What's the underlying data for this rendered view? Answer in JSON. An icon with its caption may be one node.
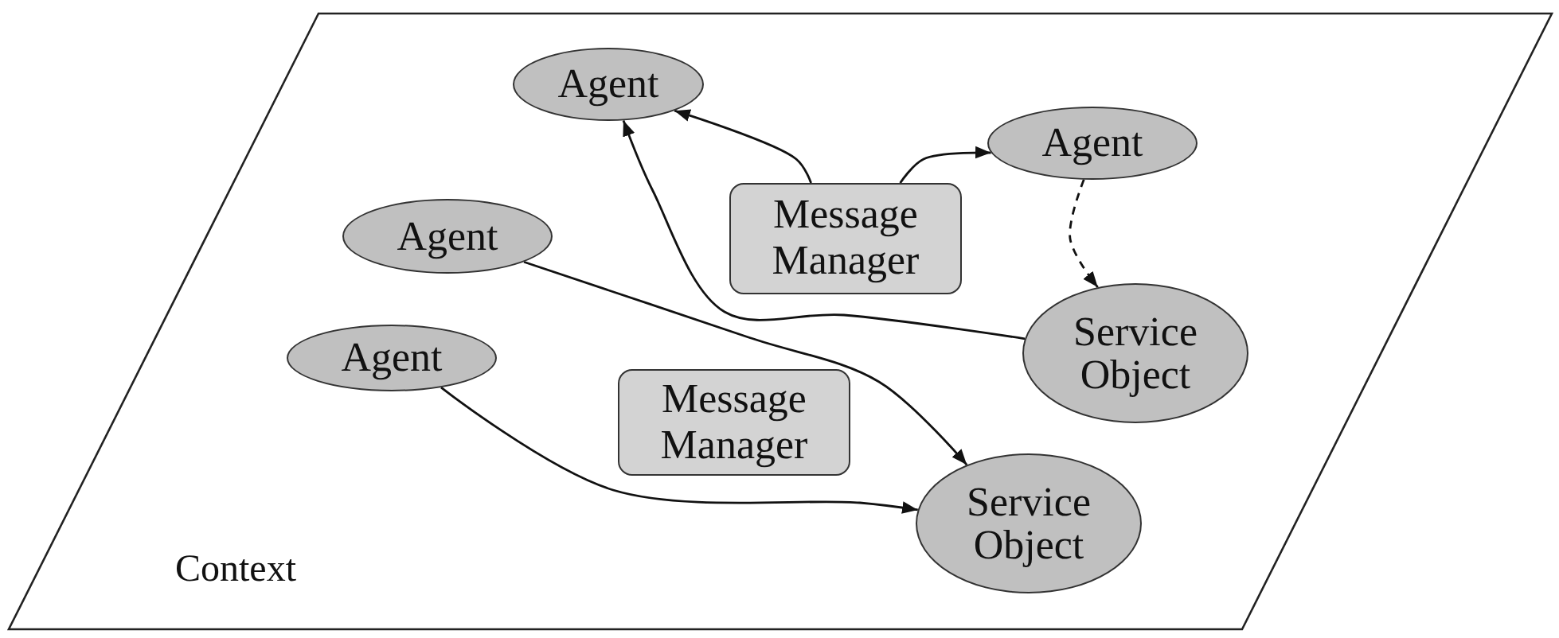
{
  "diagram": {
    "nodes": [
      {
        "text": [
          "Context"
        ]
      },
      {
        "text": [
          "Agent"
        ],
        "in": 0
      },
      {
        "text": [
          "Message Manager"
        ],
        "in": 0
      },
      {
        "text": [
          "Agent"
        ],
        "in": 0
      },
      {
        "text": [
          "Agent"
        ],
        "in": 0
      },
      {
        "text": [
          "Service Object"
        ],
        "in": 0
      },
      {
        "text": [
          "Agent"
        ],
        "in": 0
      },
      {
        "text": [
          "Message Manager"
        ],
        "in": 0
      },
      {
        "text": [
          "Service Object"
        ],
        "in": 0
      }
    ],
    "edges": [
      {
        "from": 2,
        "to": 1,
        "arrow": "to"
      },
      {
        "from": 2,
        "to": 3,
        "arrow": "to"
      },
      {
        "from": 5,
        "to": 1,
        "arrow": "to"
      },
      {
        "from": 3,
        "to": 5,
        "arrow": "to",
        "style": "dashed"
      },
      {
        "from": 4,
        "to": 8,
        "arrow": "to"
      },
      {
        "from": 6,
        "to": 8,
        "arrow": "to"
      }
    ]
  }
}
